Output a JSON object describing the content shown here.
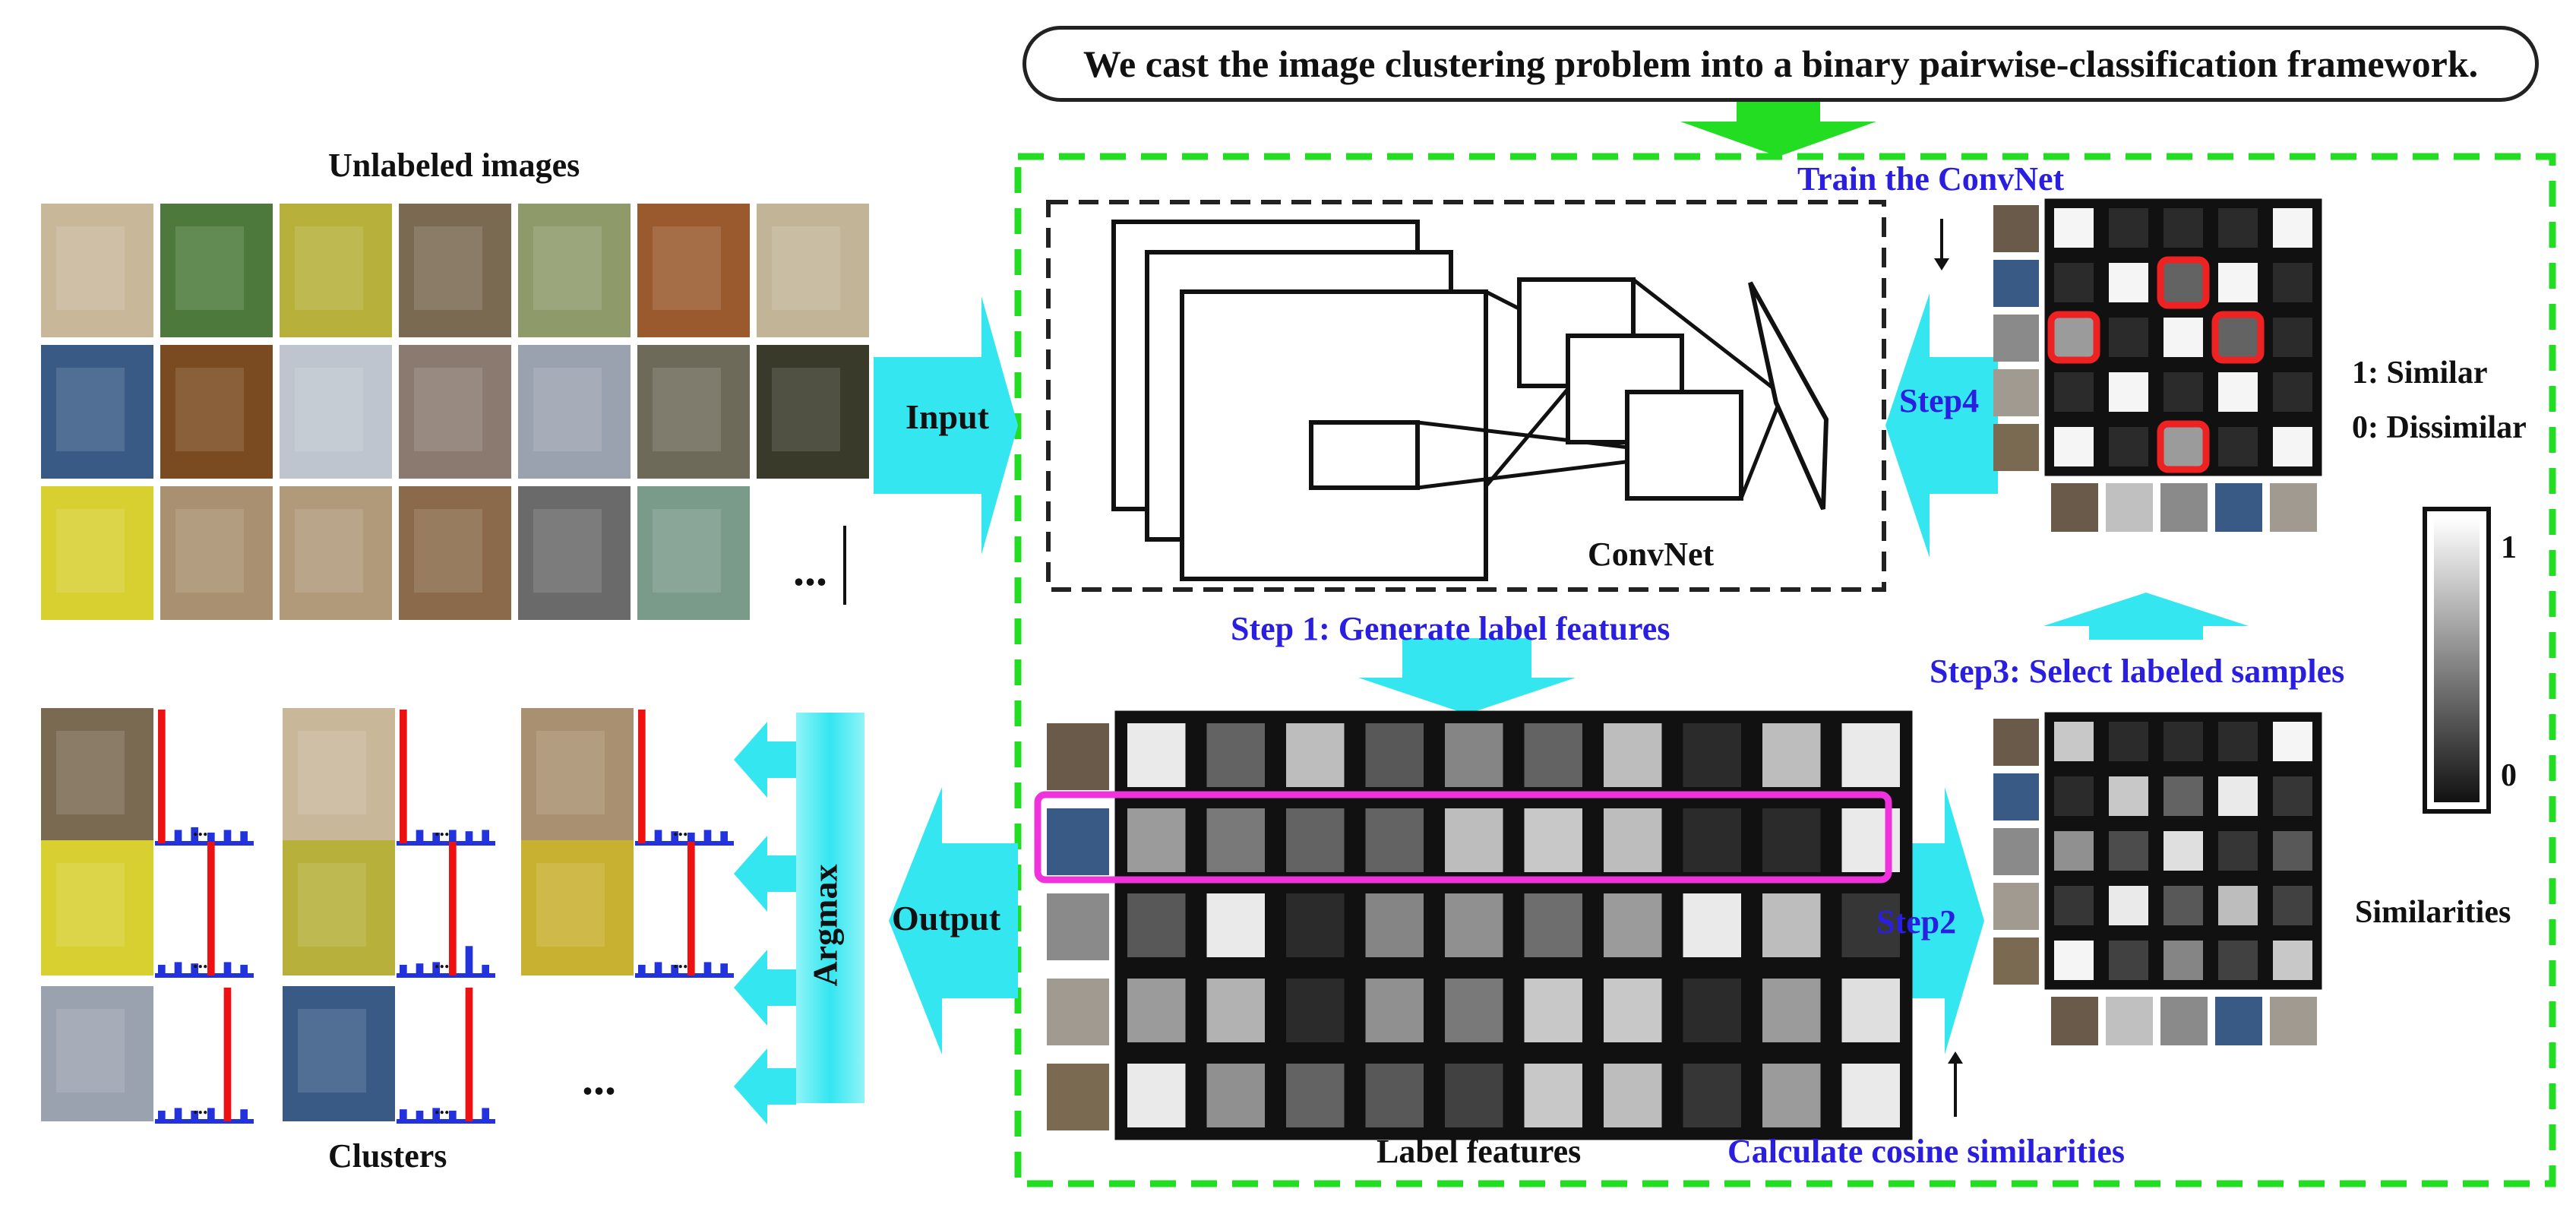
{
  "banner": {
    "text": "We cast the image clustering problem into a binary pairwise-classification framework."
  },
  "labels": {
    "unlabeled_images": "Unlabeled images",
    "clusters": "Clusters",
    "input": "Input",
    "output": "Output",
    "argmax": "Argmax",
    "train_convnet": "Train the ConvNet",
    "convnet": "ConvNet",
    "step1": "Step 1: Generate label features",
    "step2": "Step2",
    "step3": "Step3: Select labeled samples",
    "step4": "Step4",
    "similar": "1: Similar",
    "dissimilar": "0: Dissimilar",
    "label_features": "Label features",
    "calc_cosine": "Calculate cosine similarities",
    "similarities": "Similarities",
    "colorbar_max": "1",
    "colorbar_min": "0",
    "ellipsis": "..."
  },
  "colors": {
    "green_frame": "#22dd22",
    "cyan_arrow": "#33e6f0",
    "magenta_highlight": "#ee33dd",
    "red_highlight": "#ee2222",
    "blue_text": "#2a1fe0",
    "histogram_red": "#ee1111",
    "histogram_blue": "#2233dd"
  },
  "image_thumbnails": [
    [
      "#c9b79a",
      "#4d7a3c",
      "#b7b03a",
      "#7a6a52",
      "#8e9a6a",
      "#9a5a2e",
      "#c2b497"
    ],
    [
      "#3a5a86",
      "#7a4a20",
      "#bfc5cf",
      "#8a7a70",
      "#9aa2b0",
      "#6e6a5a",
      "#3a3a2a"
    ],
    [
      "#d8d030",
      "#a89070",
      "#b09a7a",
      "#8a6a4a",
      "#6a6a6a",
      "#7a9a8a"
    ]
  ],
  "label_features_matrix": [
    [
      0.95,
      0.35,
      0.75,
      0.3,
      0.5,
      0.35,
      0.75,
      0.1,
      0.75,
      0.95
    ],
    [
      0.6,
      0.45,
      0.35,
      0.35,
      0.75,
      0.8,
      0.75,
      0.1,
      0.1,
      0.95
    ],
    [
      0.3,
      0.95,
      0.1,
      0.5,
      0.55,
      0.4,
      0.6,
      0.95,
      0.75,
      0.15
    ],
    [
      0.6,
      0.7,
      0.1,
      0.55,
      0.45,
      0.8,
      0.8,
      0.1,
      0.6,
      0.9
    ],
    [
      0.95,
      0.55,
      0.35,
      0.3,
      0.2,
      0.8,
      0.75,
      0.15,
      0.6,
      0.95
    ]
  ],
  "similarity_matrix": [
    [
      0.8,
      0.1,
      0.1,
      0.1,
      1.0
    ],
    [
      0.1,
      0.8,
      0.35,
      0.95,
      0.15
    ],
    [
      0.55,
      0.25,
      0.9,
      0.15,
      0.3
    ],
    [
      0.15,
      0.95,
      0.3,
      0.75,
      0.2
    ],
    [
      1.0,
      0.2,
      0.5,
      0.2,
      0.8
    ]
  ],
  "labeled_matrix": [
    [
      1.0,
      0.1,
      0.1,
      0.1,
      1.0
    ],
    [
      0.1,
      1.0,
      0.35,
      1.0,
      0.1
    ],
    [
      0.6,
      0.1,
      1.0,
      0.35,
      0.1
    ],
    [
      0.1,
      1.0,
      0.1,
      1.0,
      0.1
    ],
    [
      1.0,
      0.1,
      0.6,
      0.1,
      1.0
    ]
  ],
  "labeled_highlight_cells": [
    [
      1,
      2
    ],
    [
      2,
      0
    ],
    [
      2,
      3
    ],
    [
      4,
      2
    ]
  ],
  "row_thumbnails": [
    "#6a5a4a",
    "#3a5a86",
    "#8a8a8a",
    "#a09a90",
    "#7a6a52"
  ],
  "col_thumbnails": [
    "#6a5a4a",
    "#c0c0c0",
    "#8a8a8a",
    "#3a5a86",
    "#a09a90"
  ],
  "cluster_items": [
    {
      "thumb": "#7a6a52",
      "peak": 0,
      "stub": [
        0.1,
        0.12,
        0.08,
        0.1,
        0.09
      ]
    },
    {
      "thumb": "#c9b79a",
      "peak": 0,
      "stub": [
        0.1,
        0.08,
        0.1,
        0.09,
        0.1
      ]
    },
    {
      "thumb": "#a89070",
      "peak": 0,
      "stub": [
        0.1,
        0.09,
        0.08,
        0.1,
        0.09
      ]
    },
    {
      "thumb": "#d8d030",
      "peak": 3,
      "stub": [
        0.08,
        0.1,
        0.09,
        0.1,
        0.08
      ]
    },
    {
      "thumb": "#b7b03a",
      "peak": 3,
      "stub": [
        0.08,
        0.09,
        0.1,
        0.22,
        0.08
      ]
    },
    {
      "thumb": "#c8b030",
      "peak": 3,
      "stub": [
        0.08,
        0.1,
        0.08,
        0.1,
        0.09
      ]
    },
    {
      "thumb": "#9aa2b0",
      "peak": 4,
      "stub": [
        0.08,
        0.1,
        0.08,
        0.1,
        0.09
      ]
    },
    {
      "thumb": "#3a5a86",
      "peak": 4,
      "stub": [
        0.09,
        0.08,
        0.1,
        0.08,
        0.1
      ]
    }
  ]
}
